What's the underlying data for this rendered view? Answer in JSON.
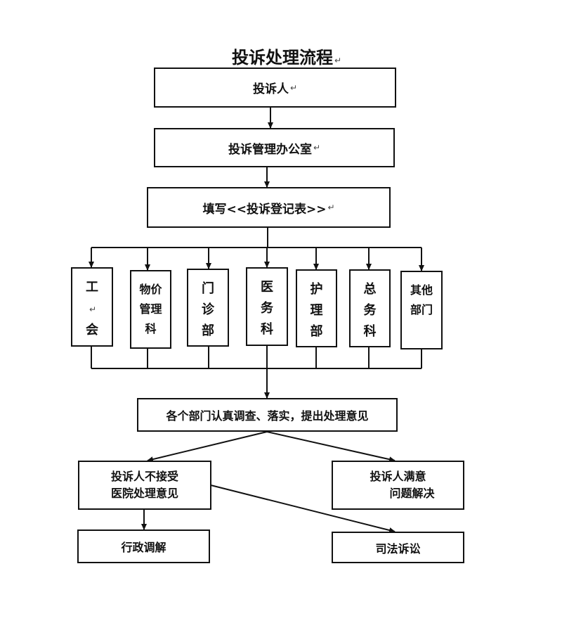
{
  "title": "投诉处理流程",
  "mark": "↵",
  "steps": {
    "complainant": "投诉人",
    "office": "投诉管理办公室",
    "register": "填写<<投诉登记表>>"
  },
  "departments": [
    {
      "lines": [
        "工",
        "",
        "会"
      ]
    },
    {
      "lines": [
        "物价",
        "管理",
        "科"
      ]
    },
    {
      "lines": [
        "门",
        "诊",
        "部"
      ]
    },
    {
      "lines": [
        "医",
        "务",
        "科"
      ]
    },
    {
      "lines": [
        "护",
        "理",
        "部"
      ]
    },
    {
      "lines": [
        "总",
        "务",
        "科"
      ]
    },
    {
      "lines": [
        "其他",
        "部门"
      ]
    }
  ],
  "investigate": "各个部门认真调查、落实，提出处理意见",
  "outcomes": {
    "not_accept_line1": "投诉人不接受",
    "not_accept_line2": "医院处理意见",
    "satisfied_line1": "投诉人满意",
    "satisfied_line2": "问题解决",
    "mediation": "行政调解",
    "litigation": "司法诉讼"
  }
}
